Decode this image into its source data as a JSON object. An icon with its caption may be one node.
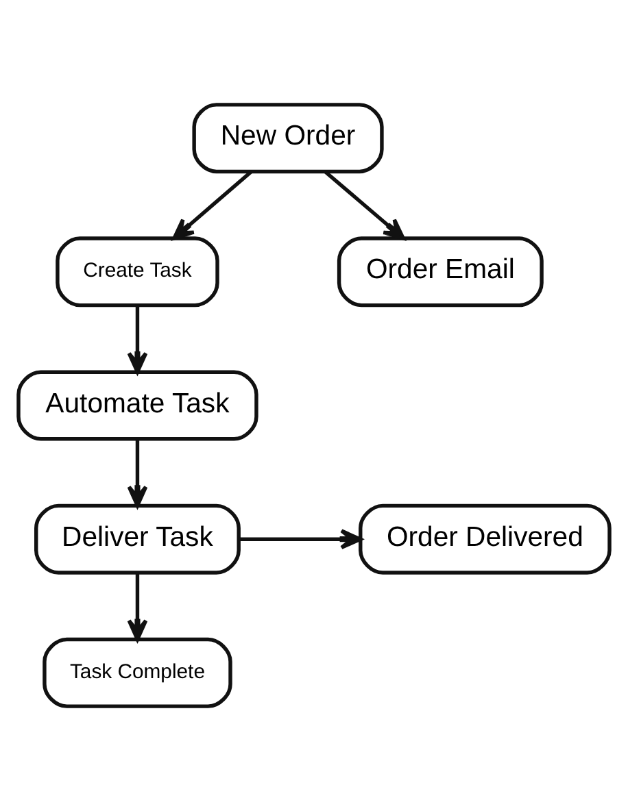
{
  "diagram": {
    "nodes": [
      {
        "text": [
          "New Order"
        ]
      },
      {
        "text": [
          "Create Task"
        ]
      },
      {
        "text": [
          "Order Email"
        ]
      },
      {
        "text": [
          "Automate Task"
        ]
      },
      {
        "text": [
          "Deliver Task"
        ]
      },
      {
        "text": [
          "Order Delivered"
        ]
      },
      {
        "text": [
          "Task Complete"
        ]
      }
    ],
    "edges": [
      {
        "from": 0,
        "to": 1,
        "arrow": "to"
      },
      {
        "from": 0,
        "to": 2,
        "arrow": "to"
      },
      {
        "from": 1,
        "to": 3,
        "arrow": "to"
      },
      {
        "from": 3,
        "to": 4,
        "arrow": "to"
      },
      {
        "from": 4,
        "to": 5,
        "arrow": "to"
      },
      {
        "from": 4,
        "to": 6,
        "arrow": "to"
      }
    ]
  }
}
